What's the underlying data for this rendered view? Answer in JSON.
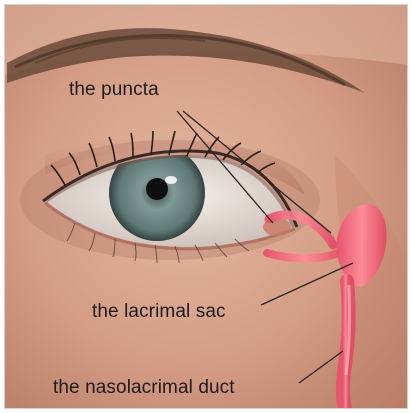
{
  "figure": {
    "labels": {
      "puncta": "the puncta",
      "lacrimal_sac": "the lacrimal sac",
      "nasolacrimal_duct": "the nasolacrimal duct"
    },
    "colors": {
      "skin": "#d8a48c",
      "skin_shadow": "#b98068",
      "brow": "#5a4030",
      "iris": "#6f8a86",
      "duct_highlight": "#f0707e",
      "label_text": "#1e1a18",
      "leader_line": "#2a2422"
    }
  }
}
